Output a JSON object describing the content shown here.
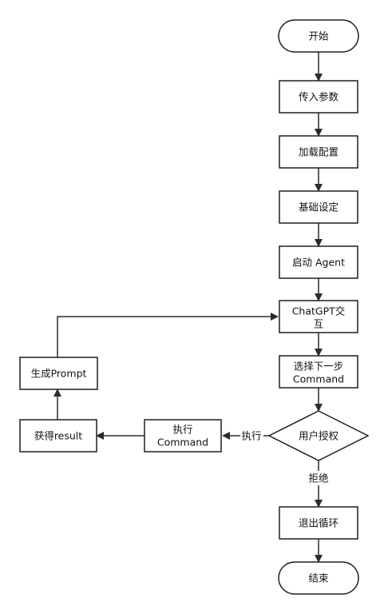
{
  "nodes": {
    "start": "开始",
    "params": "传入参数",
    "config": "加载配置",
    "settings": "基础设定",
    "agent": "启动 Agent",
    "chatgpt": [
      "ChatGPT交",
      "互"
    ],
    "next": [
      "选择下一步",
      "Command"
    ],
    "auth": "用户授权",
    "exec": [
      "执行",
      "Command"
    ],
    "result": "获得result",
    "prompt": "生成Prompt",
    "exit": "退出循环",
    "end": "结束"
  },
  "edges": {
    "execute": "执行",
    "reject": "拒绝"
  }
}
